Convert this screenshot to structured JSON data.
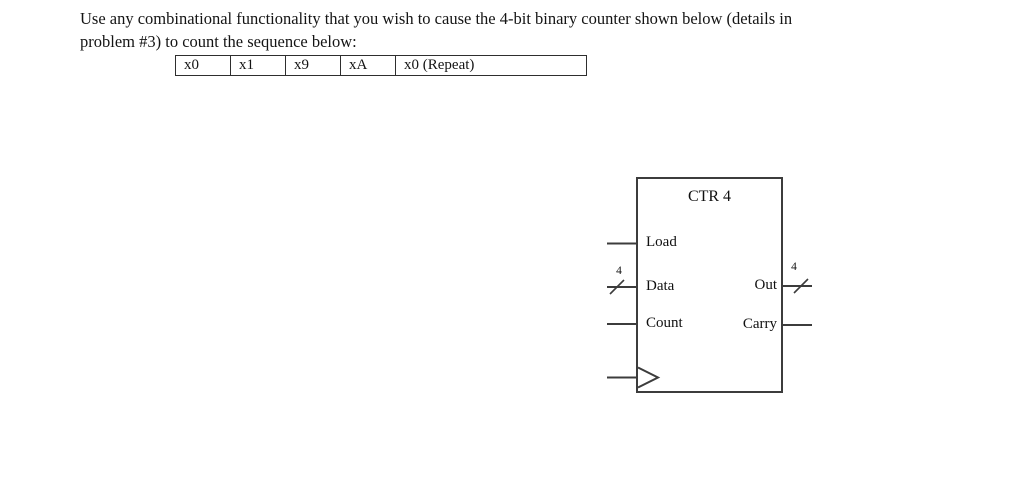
{
  "problem": {
    "lines": [
      "Use any combinational functionality that you wish to cause the 4-bit binary counter shown below (details in",
      "problem #3) to count the sequence below:"
    ]
  },
  "sequence_table": {
    "cells": [
      "x0",
      "x1",
      "x9",
      "xA",
      "x0 (Repeat)"
    ]
  },
  "diagram": {
    "title": "CTR 4",
    "inputs": [
      {
        "label": "Load"
      },
      {
        "label": "Data",
        "bus": "4"
      },
      {
        "label": "Count"
      }
    ],
    "outputs": [
      {
        "label": "Out",
        "bus": "4"
      },
      {
        "label": "Carry"
      }
    ],
    "icons": {
      "clock_input": "edge-trigger-chevron",
      "bus_marker": "bus-width-slash"
    }
  },
  "colors": {
    "background": "#ffffff",
    "text": "#141414",
    "line": "#3c3c3c"
  }
}
